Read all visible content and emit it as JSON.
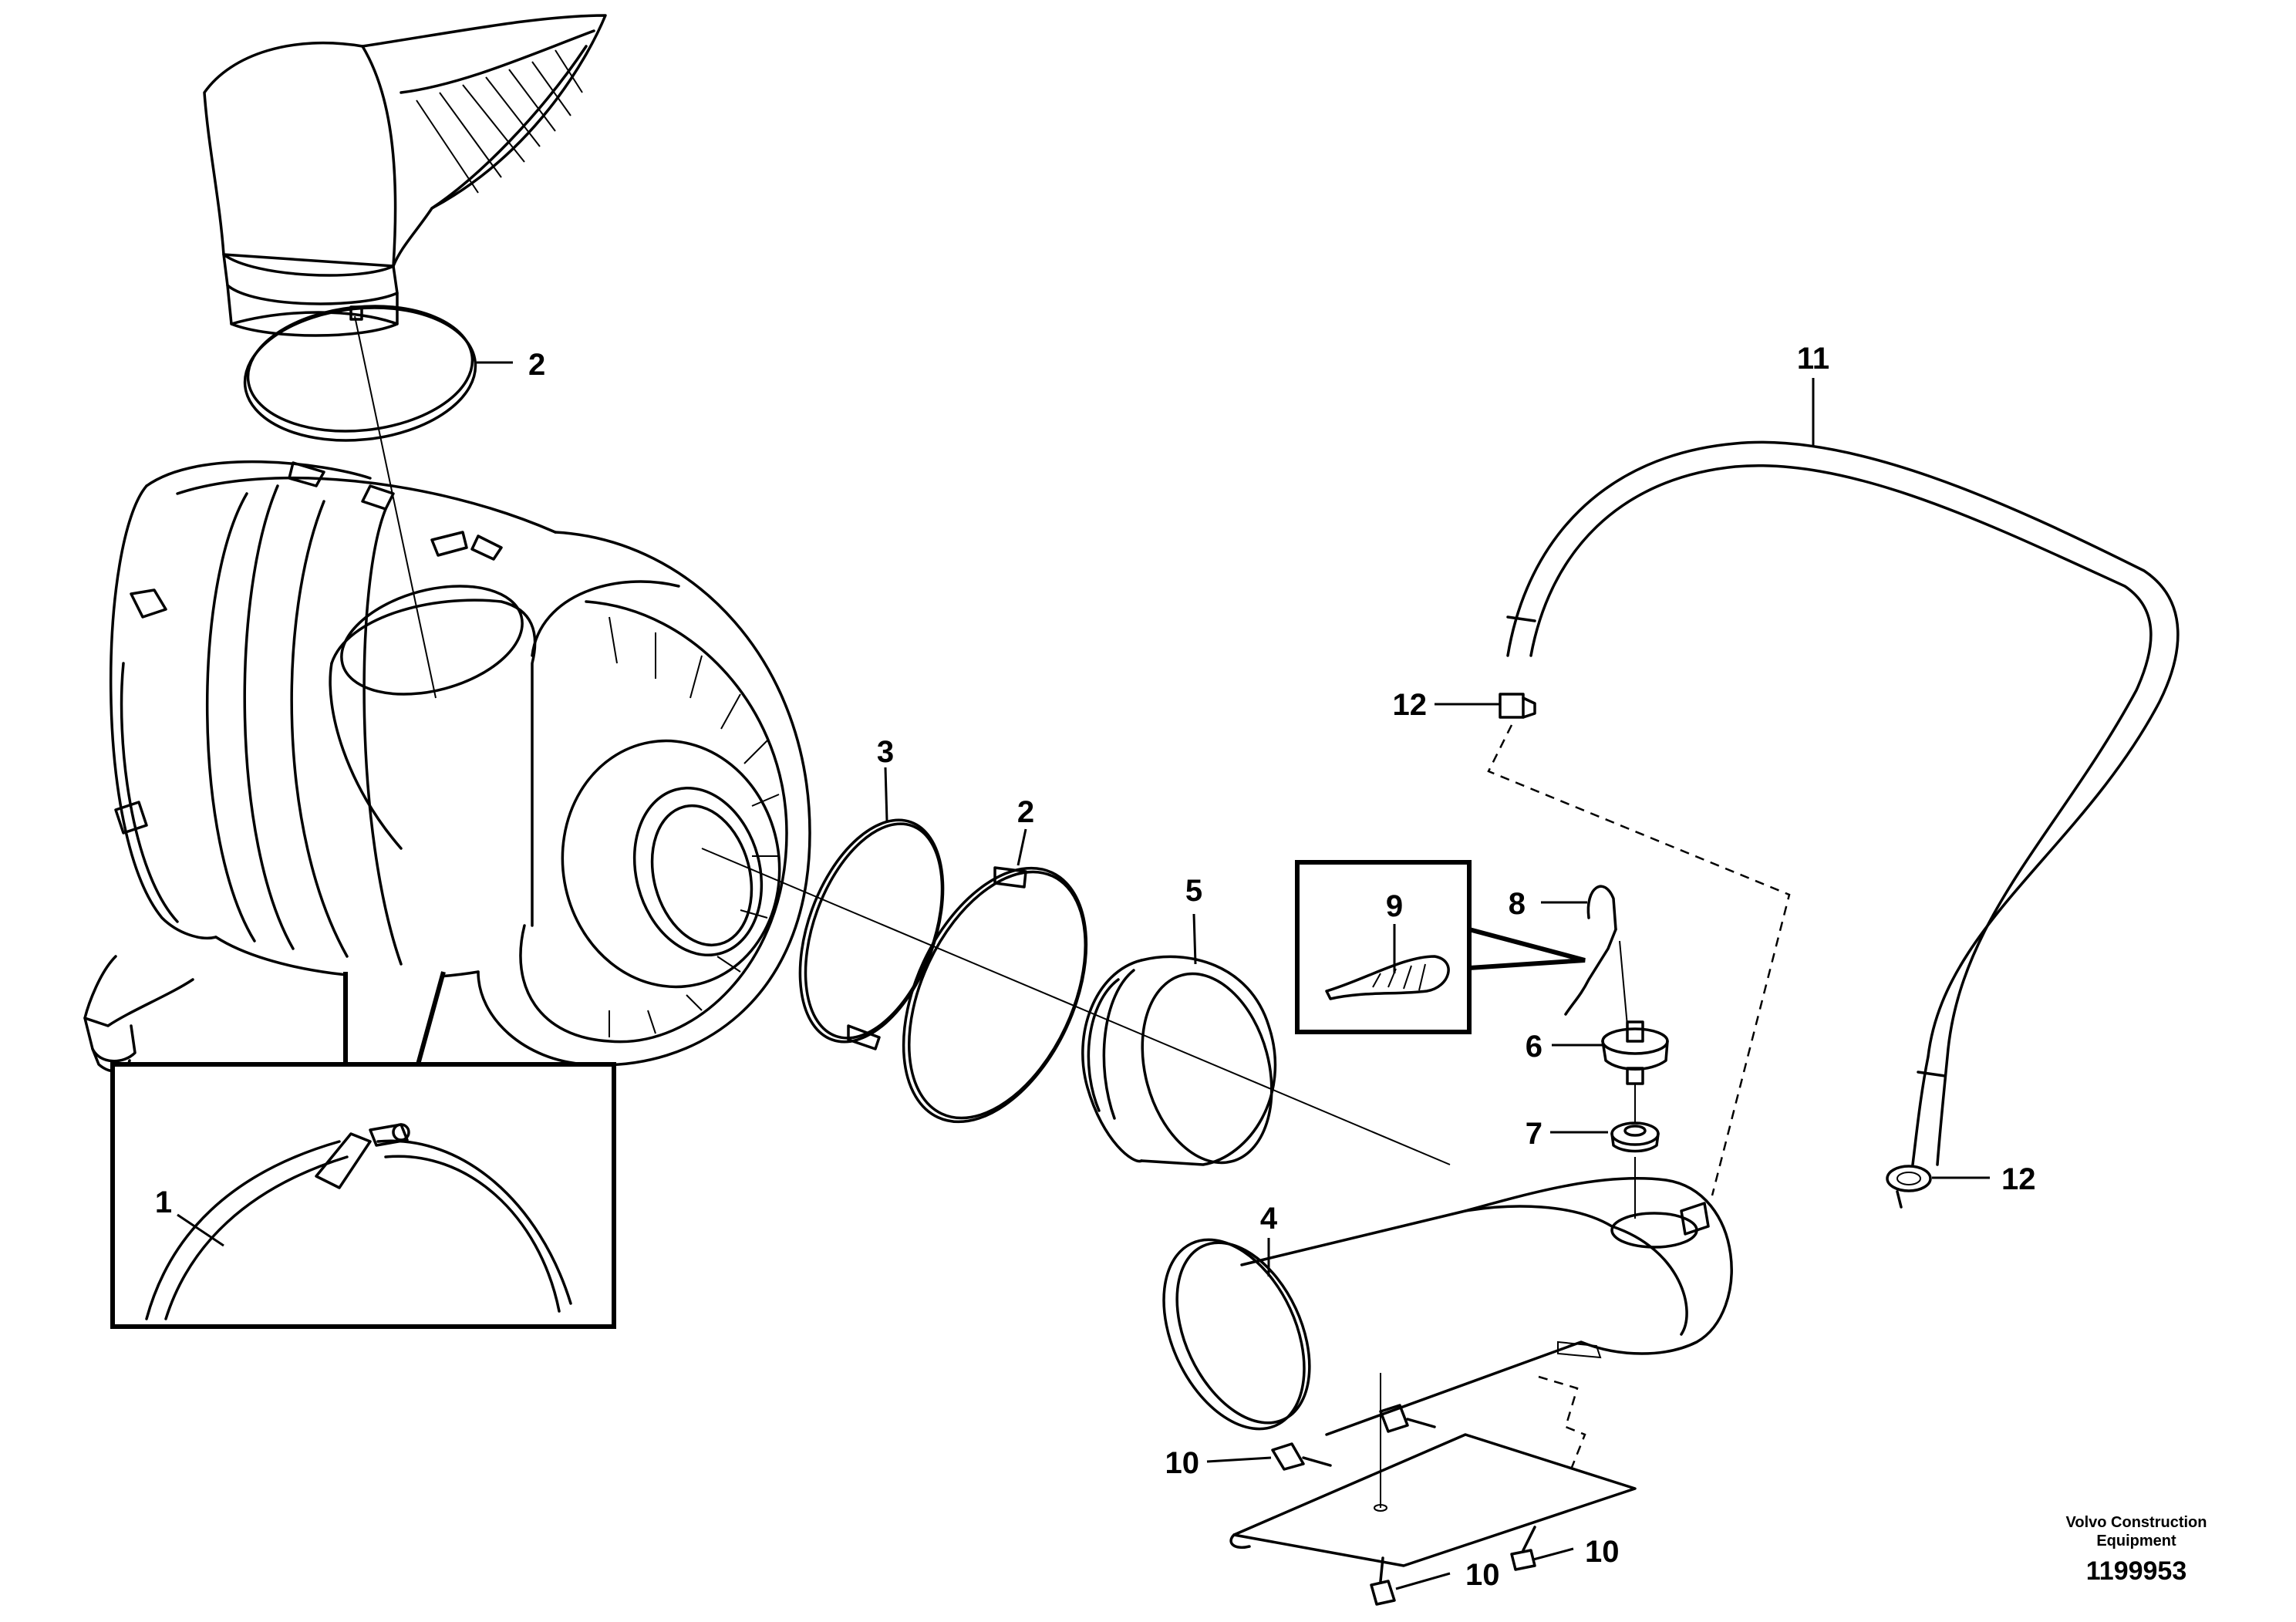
{
  "callouts": {
    "c1": "1",
    "c2_top": "2",
    "c2_mid": "2",
    "c3": "3",
    "c4": "4",
    "c5": "5",
    "c6": "6",
    "c7": "7",
    "c8": "8",
    "c9": "9",
    "c10_a": "10",
    "c10_b": "10",
    "c10_c": "10",
    "c11": "11",
    "c12_left": "12",
    "c12_right": "12"
  },
  "caption": {
    "line1": "Volvo Construction",
    "line2": "Equipment",
    "number": "1199953"
  }
}
